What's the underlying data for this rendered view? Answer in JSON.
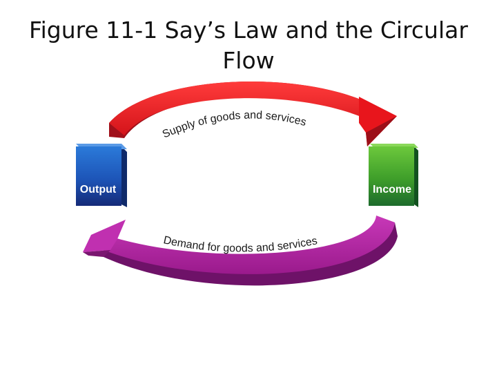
{
  "title": "Figure 11-1  Say’s Law and the Circular Flow",
  "diagram": {
    "left_box": {
      "label": "Output",
      "color": "#1f5fbf"
    },
    "right_box": {
      "label": "Income",
      "color": "#4aa826"
    },
    "top_arrow": {
      "label": "Supply of goods and services",
      "color": "#e8151c",
      "direction": "left-to-right"
    },
    "bottom_arrow": {
      "label": "Demand for goods and services",
      "color": "#b01e9e",
      "direction": "right-to-left"
    }
  }
}
